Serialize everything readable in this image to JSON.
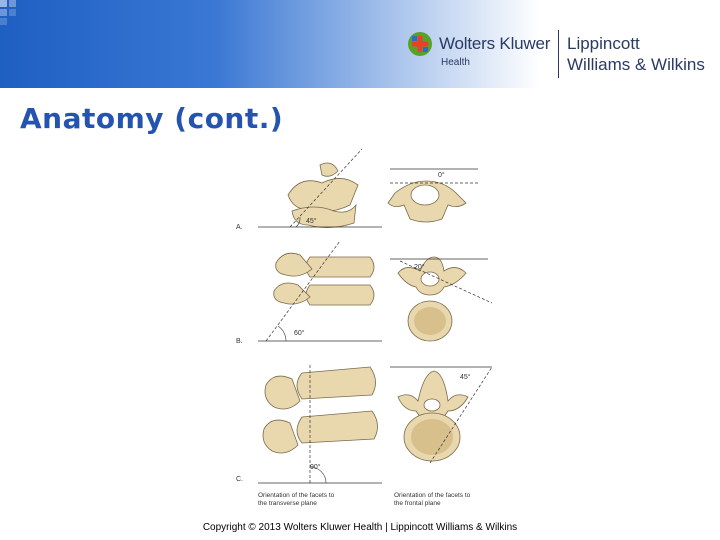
{
  "header": {
    "brand_name": "Wolters Kluwer",
    "brand_sub": "Health",
    "partner_line1": "Lippincott",
    "partner_line2": "Williams & Wilkins",
    "banner_color": "#1e5fc2"
  },
  "slide": {
    "title": "Anatomy (cont.)",
    "title_color": "#2454b0"
  },
  "figure": {
    "panel_labels": [
      "A.",
      "B.",
      "C."
    ],
    "left_angles": [
      "45°",
      "60°",
      "90°"
    ],
    "right_angles": [
      "0°",
      "20°",
      "45°"
    ],
    "caption_left_1": "Orientation of the facets to",
    "caption_left_2": "the transverse plane",
    "caption_right_1": "Orientation of the facets to",
    "caption_right_2": "the frontal plane",
    "bone_color": "#e9d7ad"
  },
  "footer": {
    "copyright": "Copyright © 2013 Wolters Kluwer Health | Lippincott Williams & Wilkins"
  }
}
